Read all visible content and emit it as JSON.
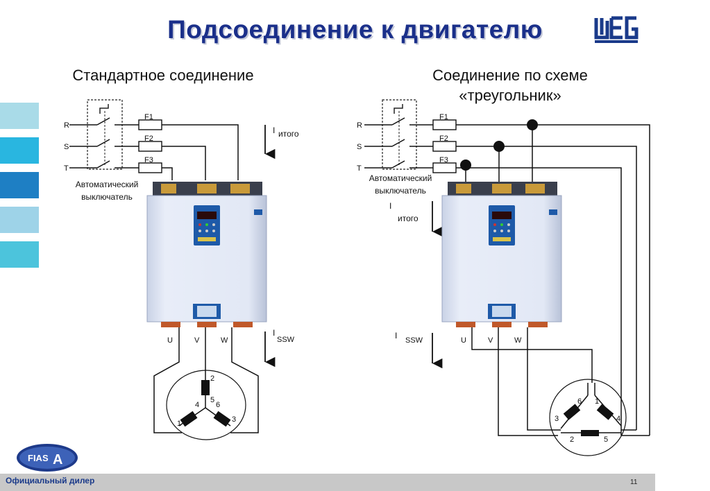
{
  "header": {
    "title": "Подсоединение к двигателю"
  },
  "brand": {
    "logo_text": "WEG",
    "accent": "#1a3a8a"
  },
  "left": {
    "subtitle": "Стандартное соединение",
    "phases": [
      "R",
      "S",
      "T"
    ],
    "fuses": [
      "F1",
      "F2",
      "F3"
    ],
    "breaker_label_1": "Автоматический",
    "breaker_label_2": "выключатель",
    "current_total_i": "I",
    "current_total_sub": "итого",
    "current_ssw_i": "I",
    "current_ssw_sub": "SSW",
    "outputs": [
      "U",
      "V",
      "W"
    ],
    "terminals": [
      "2",
      "4",
      "5",
      "6",
      "1",
      "3"
    ]
  },
  "right": {
    "subtitle_1": "Соединение по схеме",
    "subtitle_2": "«треугольник»",
    "phases": [
      "R",
      "S",
      "T"
    ],
    "fuses": [
      "F1",
      "F2",
      "F3"
    ],
    "breaker_label_1": "Автоматический",
    "breaker_label_2": "выключатель",
    "current_total_i": "I",
    "current_total_sub": "итого",
    "current_ssw_i": "I",
    "current_ssw_sub": "SSW",
    "outputs": [
      "U",
      "V",
      "W"
    ],
    "terminals": [
      "6",
      "1",
      "3",
      "4",
      "2",
      "5"
    ]
  },
  "sidebar": {
    "colors": [
      "#a9dbe8",
      "#29b6e0",
      "#1e7fc4",
      "#9ed3e8",
      "#4cc4dc"
    ]
  },
  "footer": {
    "dealer": "Официальный дилер",
    "page": "11",
    "fias_logo_text": "FIAS",
    "fias_logo_letter": "A"
  }
}
